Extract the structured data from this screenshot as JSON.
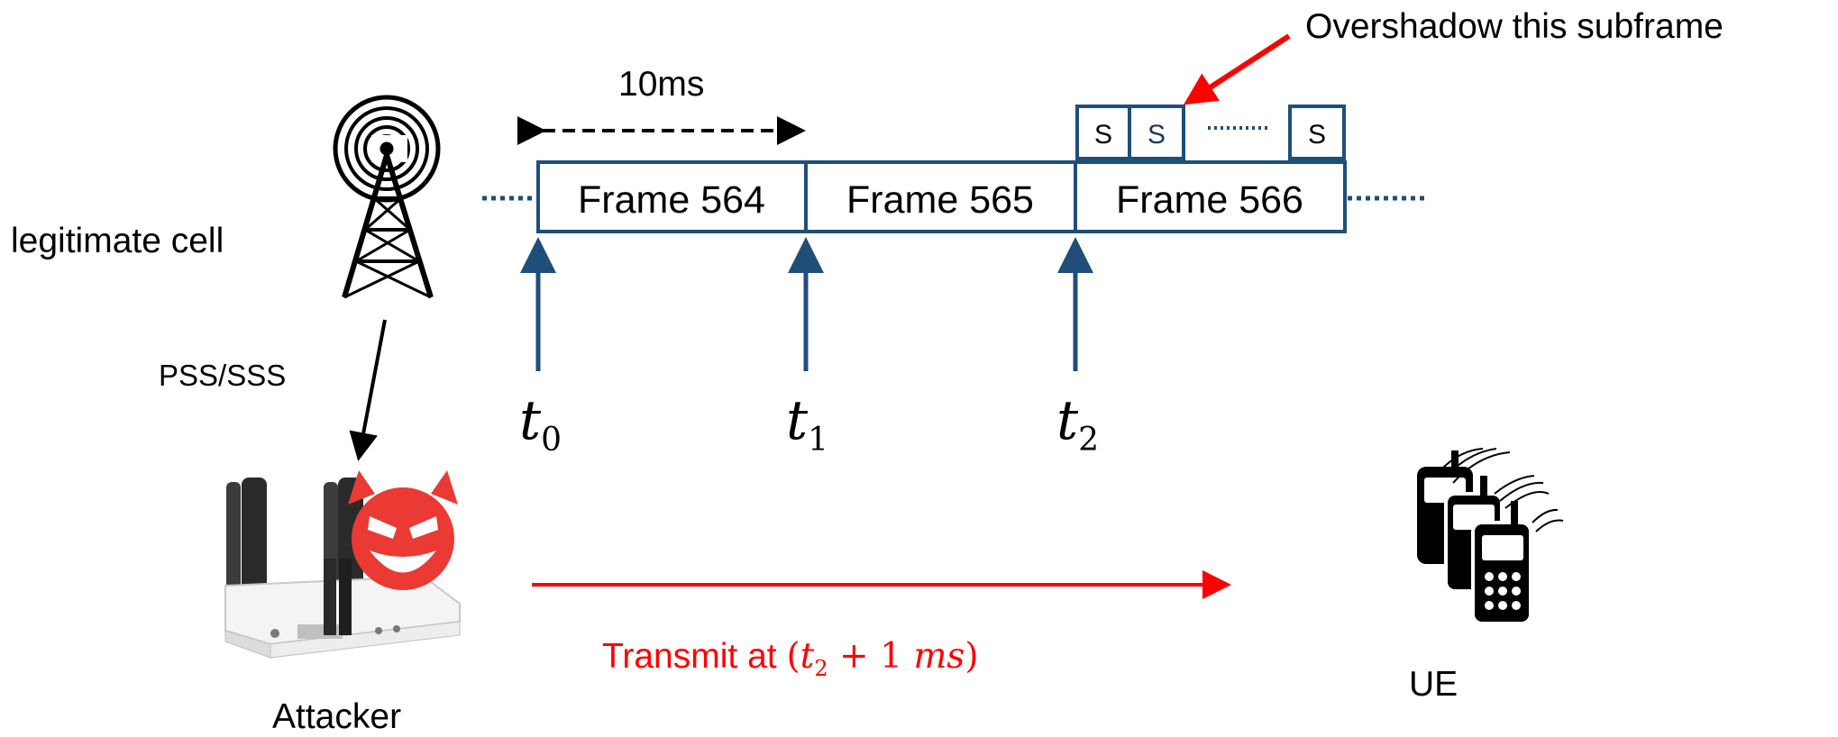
{
  "callout": "Overshadow this subframe",
  "duration": "10ms",
  "frames": [
    "Frame 564",
    "Frame 565",
    "Frame 566"
  ],
  "subframes": [
    "S",
    "S",
    "S"
  ],
  "cell_label": "legitimate cell",
  "signal_label": "PSS/SSS",
  "times": [
    {
      "base": "t",
      "sub": "0"
    },
    {
      "base": "t",
      "sub": "1"
    },
    {
      "base": "t",
      "sub": "2"
    }
  ],
  "attacker_label": "Attacker",
  "ue_label": "UE",
  "transmit": {
    "prefix": "Transmit at ",
    "open": "(",
    "t": "t",
    "sub": "2",
    "rest": " + 1 ",
    "unit": "ms",
    "close": ")"
  },
  "colors": {
    "frame": "#1f4e79",
    "attack": "#ff0000",
    "devil": "#ea3a33"
  },
  "icons": [
    "cell-tower-icon",
    "router-antenna-icon",
    "devil-face-icon",
    "phones-icon"
  ]
}
